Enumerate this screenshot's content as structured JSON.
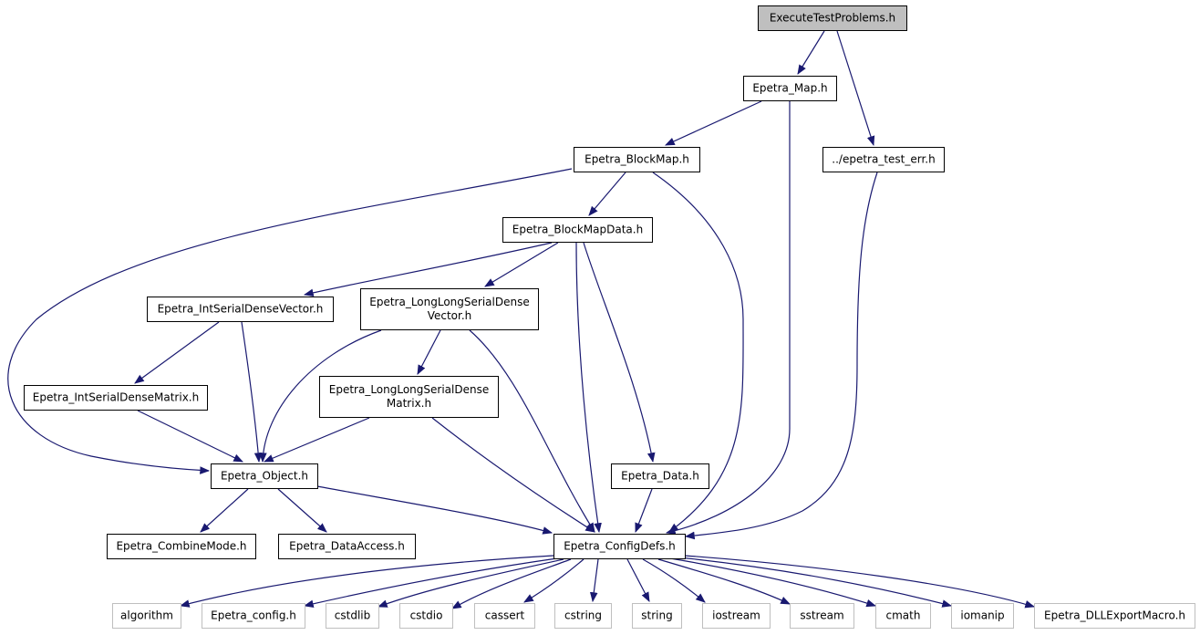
{
  "colors": {
    "edge": "#191970",
    "node_border": "#000000",
    "root_fill": "#bfbfbf",
    "system_border": "#bfbfbf",
    "system_text": "#000000"
  },
  "nodes": [
    {
      "id": "root",
      "lines": [
        "ExecuteTestProblems.h"
      ],
      "kind": "root"
    },
    {
      "id": "map",
      "lines": [
        "Epetra_Map.h"
      ],
      "kind": "normal"
    },
    {
      "id": "testerr",
      "lines": [
        "../epetra_test_err.h"
      ],
      "kind": "normal"
    },
    {
      "id": "blockmap",
      "lines": [
        "Epetra_BlockMap.h"
      ],
      "kind": "normal"
    },
    {
      "id": "blockmapdata",
      "lines": [
        "Epetra_BlockMapData.h"
      ],
      "kind": "normal"
    },
    {
      "id": "intvec",
      "lines": [
        "Epetra_IntSerialDenseVector.h"
      ],
      "kind": "normal"
    },
    {
      "id": "llvec",
      "lines": [
        "Epetra_LongLongSerialDense",
        "Vector.h"
      ],
      "kind": "normal"
    },
    {
      "id": "intmat",
      "lines": [
        "Epetra_IntSerialDenseMatrix.h"
      ],
      "kind": "normal"
    },
    {
      "id": "llmat",
      "lines": [
        "Epetra_LongLongSerialDense",
        "Matrix.h"
      ],
      "kind": "normal"
    },
    {
      "id": "object",
      "lines": [
        "Epetra_Object.h"
      ],
      "kind": "normal"
    },
    {
      "id": "data",
      "lines": [
        "Epetra_Data.h"
      ],
      "kind": "normal"
    },
    {
      "id": "combine",
      "lines": [
        "Epetra_CombineMode.h"
      ],
      "kind": "normal"
    },
    {
      "id": "access",
      "lines": [
        "Epetra_DataAccess.h"
      ],
      "kind": "normal"
    },
    {
      "id": "config",
      "lines": [
        "Epetra_ConfigDefs.h"
      ],
      "kind": "normal"
    },
    {
      "id": "algorithm",
      "lines": [
        "algorithm"
      ],
      "kind": "system"
    },
    {
      "id": "epconfig",
      "lines": [
        "Epetra_config.h"
      ],
      "kind": "system"
    },
    {
      "id": "cstdlib",
      "lines": [
        "cstdlib"
      ],
      "kind": "system"
    },
    {
      "id": "cstdio",
      "lines": [
        "cstdio"
      ],
      "kind": "system"
    },
    {
      "id": "cassert",
      "lines": [
        "cassert"
      ],
      "kind": "system"
    },
    {
      "id": "cstring",
      "lines": [
        "cstring"
      ],
      "kind": "system"
    },
    {
      "id": "string",
      "lines": [
        "string"
      ],
      "kind": "system"
    },
    {
      "id": "iostream",
      "lines": [
        "iostream"
      ],
      "kind": "system"
    },
    {
      "id": "sstream",
      "lines": [
        "sstream"
      ],
      "kind": "system"
    },
    {
      "id": "cmath",
      "lines": [
        "cmath"
      ],
      "kind": "system"
    },
    {
      "id": "iomanip",
      "lines": [
        "iomanip"
      ],
      "kind": "system"
    },
    {
      "id": "dllexport",
      "lines": [
        "Epetra_DLLExportMacro.h"
      ],
      "kind": "system"
    }
  ],
  "edges": [
    {
      "from": "root",
      "to": "map"
    },
    {
      "from": "root",
      "to": "testerr"
    },
    {
      "from": "map",
      "to": "blockmap"
    },
    {
      "from": "map",
      "to": "config"
    },
    {
      "from": "testerr",
      "to": "config"
    },
    {
      "from": "blockmap",
      "to": "blockmapdata"
    },
    {
      "from": "blockmap",
      "to": "object"
    },
    {
      "from": "blockmap",
      "to": "config"
    },
    {
      "from": "blockmapdata",
      "to": "intvec"
    },
    {
      "from": "blockmapdata",
      "to": "llvec"
    },
    {
      "from": "blockmapdata",
      "to": "data"
    },
    {
      "from": "blockmapdata",
      "to": "config"
    },
    {
      "from": "intvec",
      "to": "intmat"
    },
    {
      "from": "intvec",
      "to": "object"
    },
    {
      "from": "llvec",
      "to": "llmat"
    },
    {
      "from": "llvec",
      "to": "object"
    },
    {
      "from": "llvec",
      "to": "config"
    },
    {
      "from": "intmat",
      "to": "object"
    },
    {
      "from": "llmat",
      "to": "object"
    },
    {
      "from": "llmat",
      "to": "config"
    },
    {
      "from": "object",
      "to": "combine"
    },
    {
      "from": "object",
      "to": "access"
    },
    {
      "from": "object",
      "to": "config"
    },
    {
      "from": "data",
      "to": "config"
    },
    {
      "from": "config",
      "to": "algorithm"
    },
    {
      "from": "config",
      "to": "epconfig"
    },
    {
      "from": "config",
      "to": "cstdlib"
    },
    {
      "from": "config",
      "to": "cstdio"
    },
    {
      "from": "config",
      "to": "cassert"
    },
    {
      "from": "config",
      "to": "cstring"
    },
    {
      "from": "config",
      "to": "string"
    },
    {
      "from": "config",
      "to": "iostream"
    },
    {
      "from": "config",
      "to": "sstream"
    },
    {
      "from": "config",
      "to": "cmath"
    },
    {
      "from": "config",
      "to": "iomanip"
    },
    {
      "from": "config",
      "to": "dllexport"
    }
  ]
}
